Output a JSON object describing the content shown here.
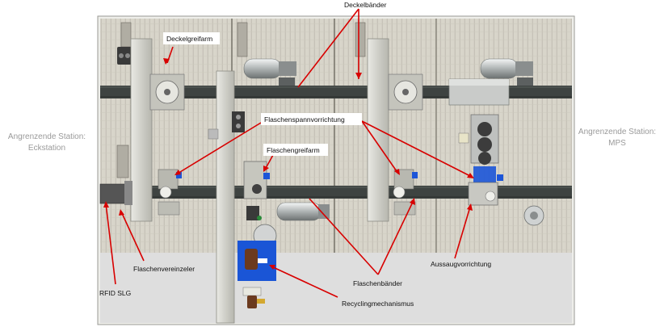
{
  "labels": {
    "deckelbaender": "Deckelbänder",
    "deckelgreifarm": "Deckelgreifarm",
    "flaschenspannvorrichtung": "Flaschenspannvorrichtung",
    "flaschengreifarm": "Flaschengreifarm",
    "flaschenvereinzeler": "Flaschenvereinzeler",
    "rfid": "RFID SLG",
    "flaschenbaender": "Flaschenbänder",
    "recycling": "Recyclingmechanismus",
    "aussaug": "Aussaugvorrichtung"
  },
  "side_left": {
    "line1": "Angrenzende Station:",
    "line2": "Eckstation"
  },
  "side_right": {
    "line1": "Angrenzende Station:",
    "line2": "MPS"
  },
  "colors": {
    "accent": "#d80000",
    "machine_bg": "#d6d3c8",
    "belt": "#3e4341",
    "floor": "#dedede",
    "recycling_panel": "#1a55d6"
  }
}
